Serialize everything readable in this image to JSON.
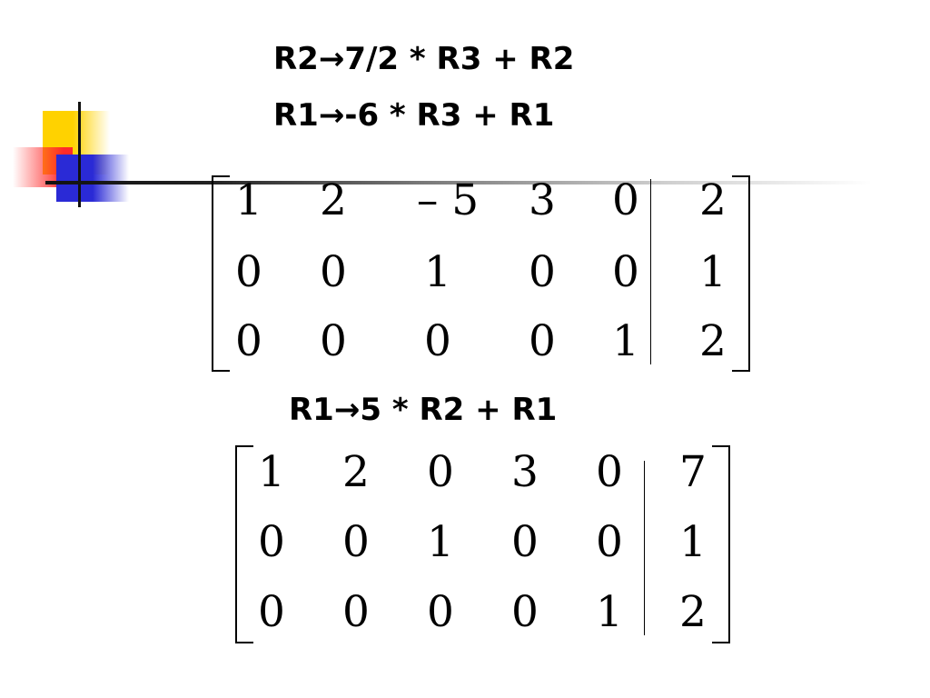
{
  "operations": {
    "op1": "R2→7/2 * R3 + R2",
    "op2": "R1→-6 * R3 + R1",
    "op3": "R1→5 * R2 + R1"
  },
  "matrix1": {
    "rows": [
      [
        "1",
        "2",
        "– 5",
        "3",
        "0",
        "2"
      ],
      [
        "0",
        "0",
        "1",
        "0",
        "0",
        "1"
      ],
      [
        "0",
        "0",
        "0",
        "0",
        "1",
        "2"
      ]
    ]
  },
  "matrix2": {
    "rows": [
      [
        "1",
        "2",
        "0",
        "3",
        "0",
        "7"
      ],
      [
        "0",
        "0",
        "1",
        "0",
        "0",
        "1"
      ],
      [
        "0",
        "0",
        "0",
        "0",
        "1",
        "2"
      ]
    ]
  }
}
